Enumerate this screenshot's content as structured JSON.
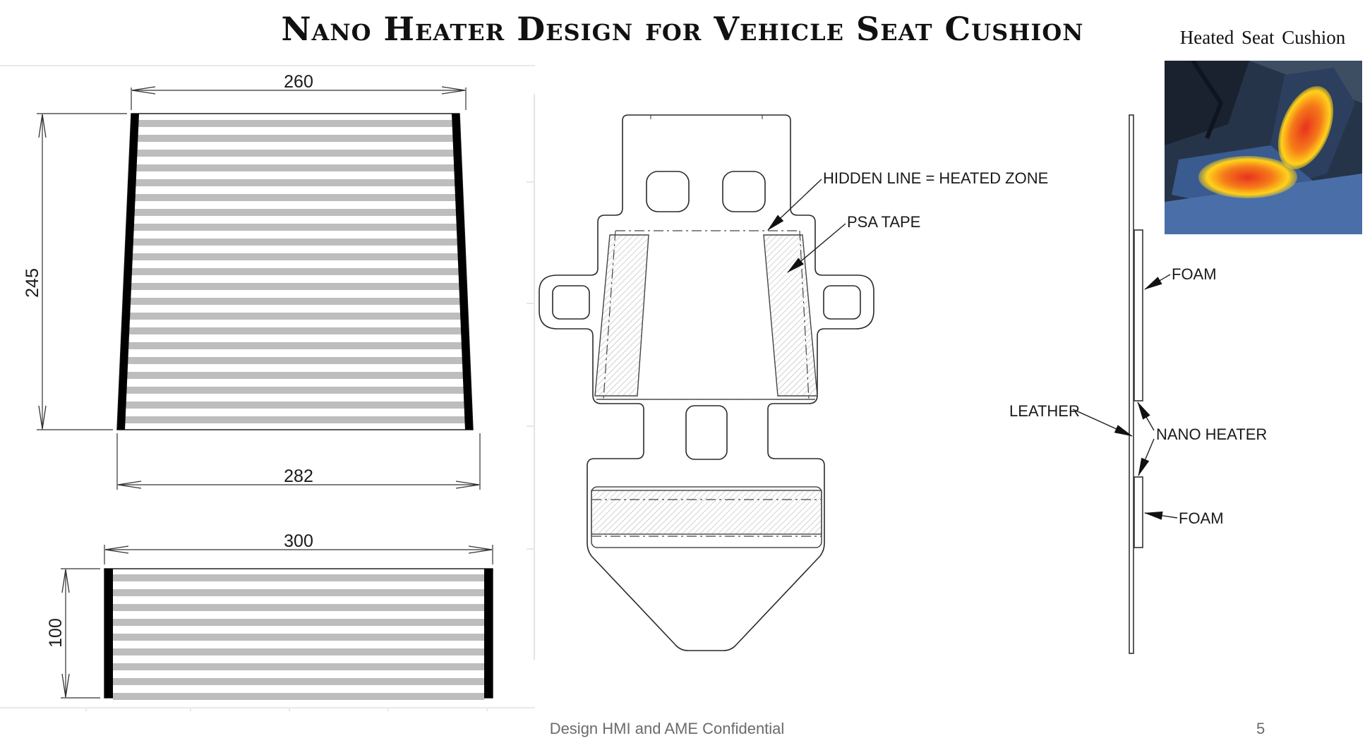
{
  "title": "Nano Heater Design for Vehicle Seat Cushion",
  "photo": {
    "label": "Heated Seat Cushion",
    "colors": {
      "hot": "#e8321e",
      "warm": "#ffd21a",
      "cool": "#2f4d7a"
    }
  },
  "heater_trapezoid": {
    "top_width": "260",
    "bottom_width": "282",
    "height": "245"
  },
  "heater_rectangle": {
    "width": "300",
    "height": "100"
  },
  "seat_layout": {
    "callouts": {
      "hidden_line": "HIDDEN LINE = HEATED ZONE",
      "psa_tape": "PSA TAPE"
    }
  },
  "cross_section": {
    "foam_top": "FOAM",
    "leather": "LEATHER",
    "nano_heater": "NANO HEATER",
    "foam_bottom": "FOAM"
  },
  "footer": {
    "text": "Design HMI and AME Confidential",
    "page": "5"
  }
}
